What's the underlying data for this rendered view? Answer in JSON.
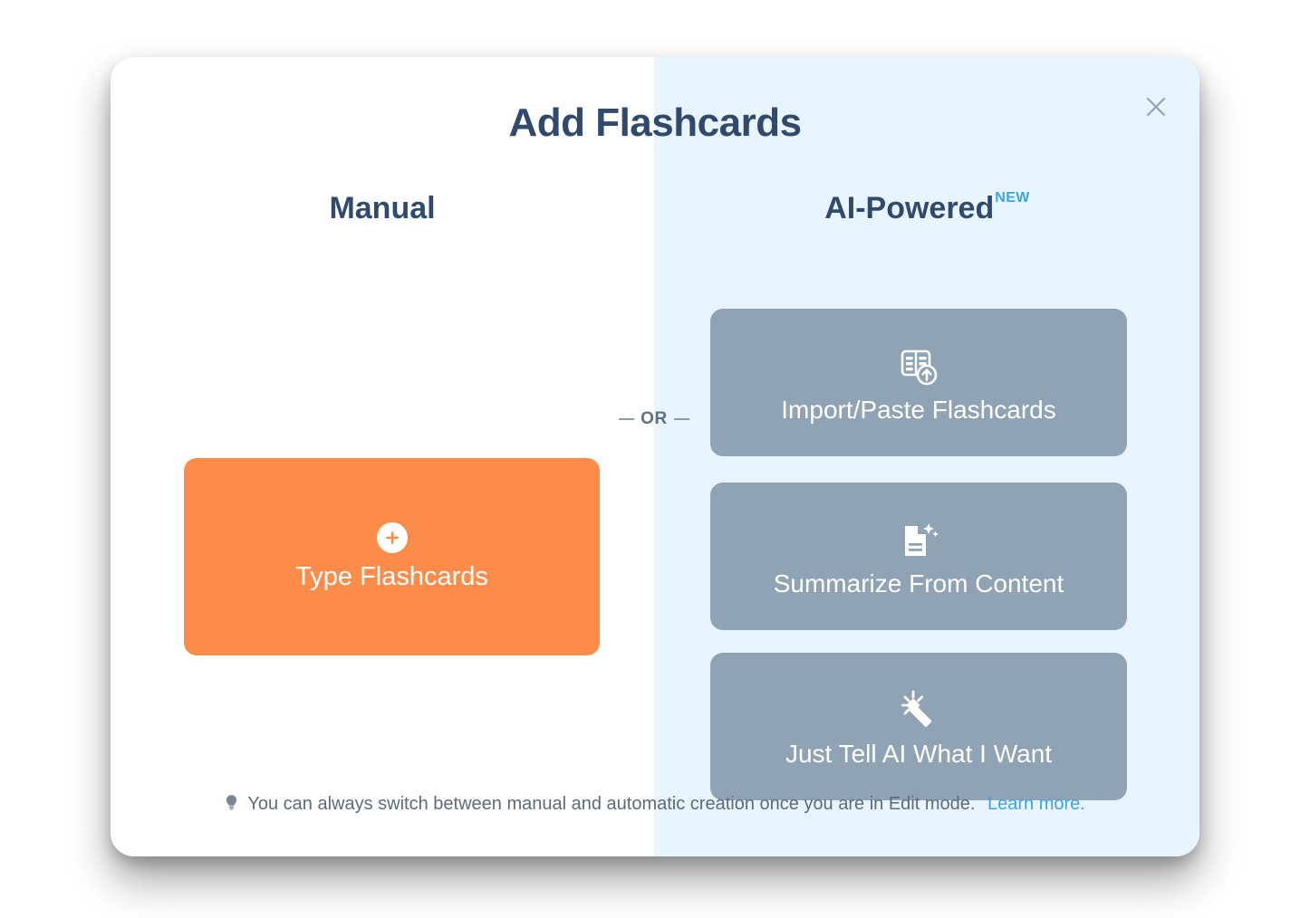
{
  "modal": {
    "title": "Add Flashcards",
    "close_icon": "close-icon"
  },
  "columns": {
    "manual": {
      "heading": "Manual",
      "button": {
        "label": "Type Flashcards",
        "icon": "plus-circle-icon",
        "color": "#fb8c4a",
        "text_color": "#ffffff"
      }
    },
    "ai": {
      "heading": "AI-Powered",
      "badge": "NEW",
      "badge_color": "#39a5e5",
      "buttons": [
        {
          "label": "Import/Paste Flashcards",
          "icon": "table-upload-icon"
        },
        {
          "label": "Summarize From Content",
          "icon": "document-sparkle-icon"
        },
        {
          "label": "Just Tell AI What I Want",
          "icon": "magic-wand-icon"
        }
      ],
      "button_color": "#8fa3b5"
    }
  },
  "divider": {
    "label": "OR"
  },
  "footer": {
    "icon": "lightbulb-icon",
    "text": "You can always switch between manual and automatic creation once you are in Edit mode.",
    "link_label": "Learn more.",
    "link_color": "#39a5e5"
  },
  "theme": {
    "title_color": "#2f4a6d",
    "right_panel_bg": "#e9f5fe",
    "modal_bg": "#ffffff"
  }
}
